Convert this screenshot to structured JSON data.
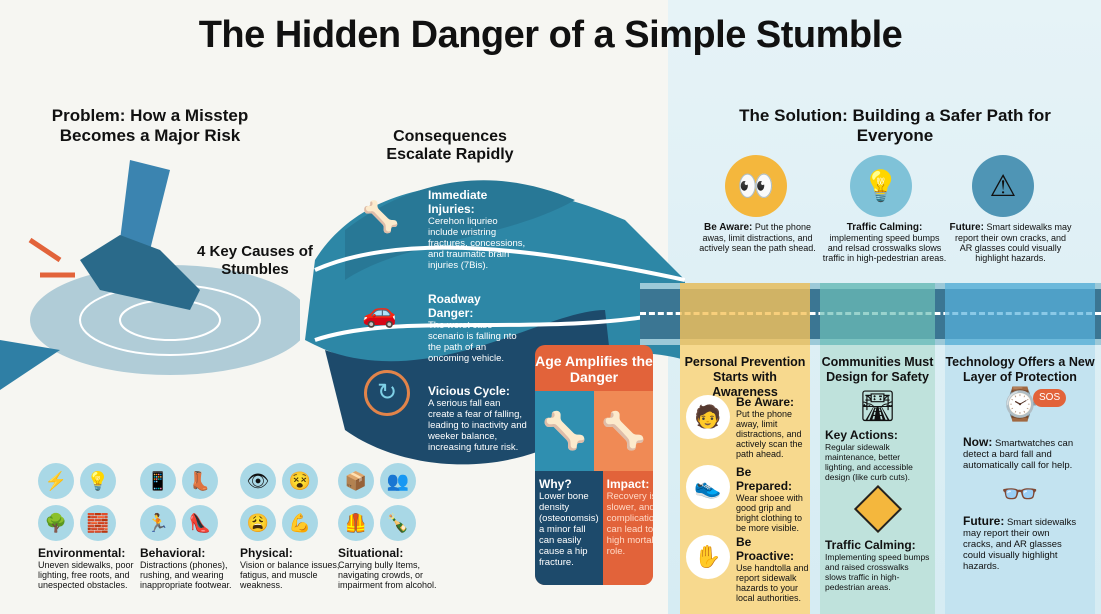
{
  "title": "The Hidden Danger of a Simple Stumble",
  "problem": {
    "heading": "Problem: How a Misstep Becomes a Major Risk"
  },
  "causes": {
    "heading": "4 Key Causes of Stumbles",
    "items": [
      {
        "label": "Environmental:",
        "text": "Uneven sidewalks, poor lighting, free roots, and unespected obstacles.",
        "icons": [
          "cracked-sidewalk-icon",
          "streetlight-icon",
          "tree-roots-icon",
          "brick-icon"
        ]
      },
      {
        "label": "Behavioral:",
        "text": "Distractions (phones), rushing, and wearing inappropriate footwear.",
        "icons": [
          "phone-icon",
          "boot-icon",
          "running-person-icon",
          "high-heel-icon"
        ]
      },
      {
        "label": "Physical:",
        "text": "Vision or balance issues, fatigus, and muscle weakness.",
        "icons": [
          "eye-icon",
          "dizzy-person-icon",
          "tired-face-icon",
          "muscle-icon"
        ]
      },
      {
        "label": "Situational:",
        "text": "Carrying bully Items, navigating crowds, or impairment from alcohol.",
        "icons": [
          "carrying-box-icon",
          "crowd-icon",
          "worker-vest-icon",
          "alcohol-icon"
        ]
      }
    ]
  },
  "consequences": {
    "heading": "Consequences Escalate Rapidly",
    "items": [
      {
        "label": "Immediate Injuries:",
        "text": "Cerehon liqurieo include wristring fractures, concessions, and traumatic brain injuries (7Bis)."
      },
      {
        "label": "Roadway Danger:",
        "text": "The worst case scenario is falling nto the path of an oncoming vehicle."
      },
      {
        "label": "Vicious Cycle:",
        "text": "A serious fall ean create a fear of falling, leading to inactivity and weeker balance, increasing future risk."
      }
    ]
  },
  "age": {
    "heading": "Age Amplifies the Danger",
    "why_label": "Why?",
    "why_text": "Lower bone density (osteonomsis) a minor fall can easily cause a hip fracture.",
    "impact_label": "Impact:",
    "impact_text": "Recovery is slower, and complications can lead to a high mortality role."
  },
  "solution": {
    "heading": "The Solution: Building a Safer Path for Everyone",
    "items": [
      {
        "label": "Be Aware:",
        "text": "Put the phone awas, limit distractions, and actively sean the path shead."
      },
      {
        "label": "Traffic Calming:",
        "text": "implementing speed bumps and relsad crosswalks slows traffic in high-pedestrian areas."
      },
      {
        "label": "Future:",
        "text": "Smart sidewalks may report their own cracks, and AR glasses could visually highlight hazards."
      }
    ]
  },
  "personal": {
    "heading": "Personal Prevention Starts with Awareness",
    "items": [
      {
        "label": "Be Aware:",
        "text": "Put the phone away, limit distractions, and actively scan the path ahead."
      },
      {
        "label": "Be Prepared:",
        "text": "Wear shoee with good grip and bright clothing to be more visible."
      },
      {
        "label": "Be Proactive:",
        "text": "Use handtolla and report sidewalk hazards to your local authorities."
      }
    ]
  },
  "communities": {
    "heading": "Communities Must Design for Safety",
    "items": [
      {
        "label": "Key Actions:",
        "text": "Regular sidewalk maintenance, better lighting, and accessible design (like curb cuts)."
      },
      {
        "label": "Traffic Calming:",
        "text": "Implementing speed bumps and raised crosswalks slows traffic in high-pedestrian areas."
      }
    ]
  },
  "technology": {
    "heading": "Technology Offers a New Layer of Protection",
    "sos": "SOS",
    "items": [
      {
        "label": "Now:",
        "text": "Smartwatches can detect a bard fall and automatically call for help."
      },
      {
        "label": "Future:",
        "text": "Smart sidewalks may report their own cracks, and AR glasses could visually highlight hazards."
      }
    ]
  },
  "colors": {
    "teal": "#2a7f9a",
    "navy": "#1d4a6b",
    "orange": "#e2633a",
    "yellow": "#f7d98e",
    "mint": "#bfe2dc",
    "sky": "#c3e3f0"
  }
}
